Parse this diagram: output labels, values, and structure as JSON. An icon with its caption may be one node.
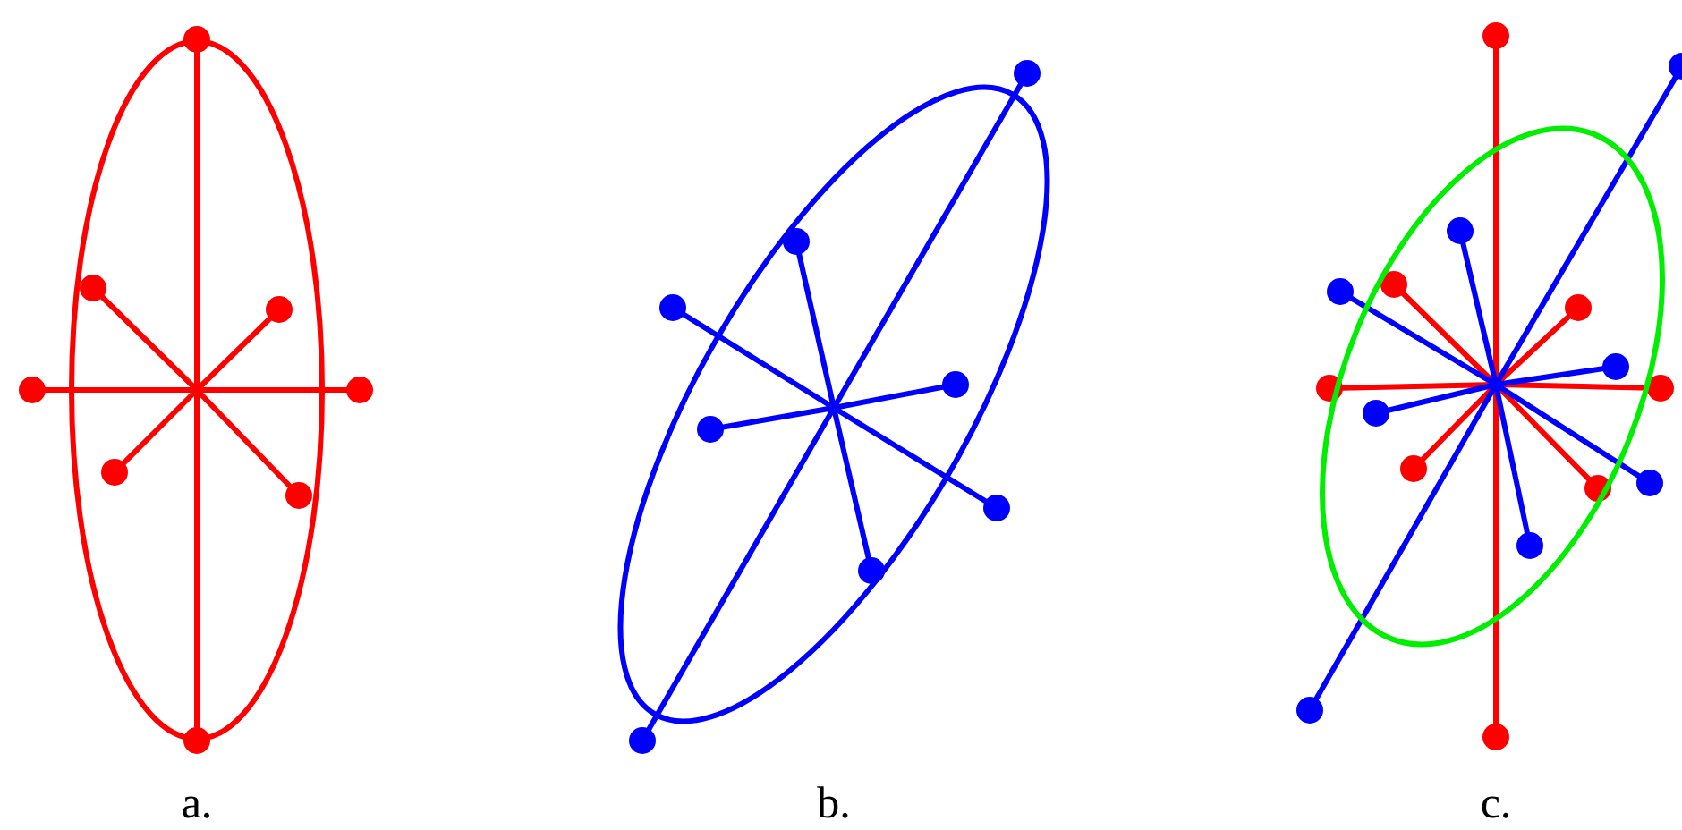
{
  "diagram": {
    "labels": [
      "a.",
      "b.",
      "c."
    ]
  }
}
